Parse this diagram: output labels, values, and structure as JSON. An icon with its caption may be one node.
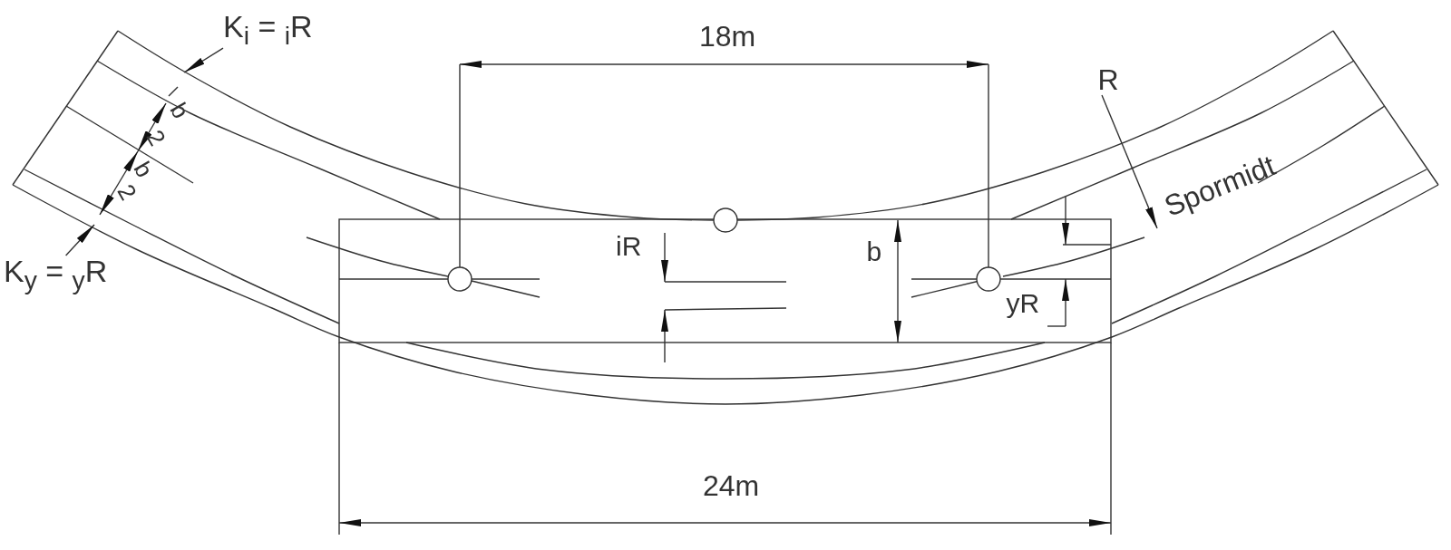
{
  "diagram": {
    "nodes": [
      {
        "text": [
          "K$_{i}$ = $_{i}$R"
        ]
      },
      {
        "text": [
          "K$_{y}$ = $_{y}$R"
        ]
      }
    ],
    "edges": [
      {
        "from": 0,
        "to": null,
        "arrow": "to"
      },
      {
        "from": 1,
        "to": null,
        "arrow": "to"
      }
    ],
    "labels": [
      "18m",
      "R",
      "b",
      "2",
      "b",
      "2",
      "Spormidt",
      "iR",
      "b",
      "yR",
      "24m"
    ]
  }
}
